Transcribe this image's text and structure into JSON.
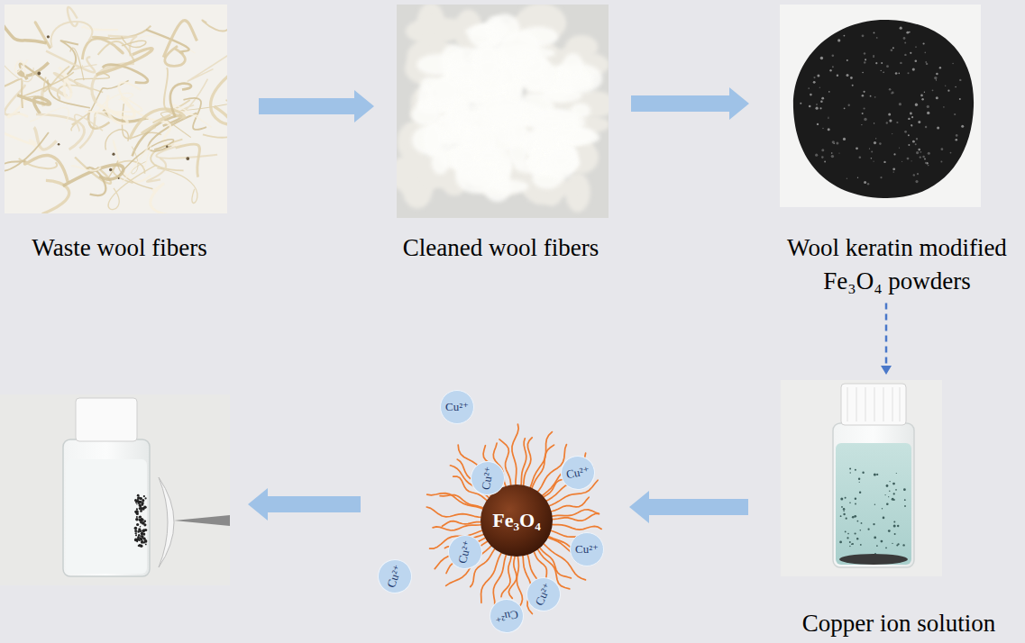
{
  "diagram": {
    "nodes": [
      {
        "text": [
          "Waste wool fibers"
        ]
      },
      {
        "text": [
          "Cleaned wool fibers"
        ]
      },
      {
        "text": [
          "Wool keratin modified Fe₃O₄ powders"
        ]
      },
      {
        "text": [
          "Copper ion solution"
        ]
      },
      {
        "text": [
          "Fe₃O₄"
        ]
      },
      {
        "text": [
          "Cu²⁺"
        ]
      },
      {
        "text": [
          "Cu²⁺"
        ]
      },
      {
        "text": [
          "Cu²⁺"
        ]
      },
      {
        "text": [
          "Cu²⁺"
        ]
      },
      {
        "text": [
          "Cu²⁺"
        ]
      },
      {
        "text": [
          "Cu²⁺"
        ]
      },
      {
        "text": [
          "Cu²⁺"
        ]
      },
      {
        "text": [
          "Cu²⁺"
        ]
      }
    ],
    "edges": [
      {
        "from": 0,
        "to": 1,
        "arrow": "to"
      },
      {
        "from": 1,
        "to": 2,
        "arrow": "to"
      },
      {
        "from": 2,
        "to": 3,
        "arrow": "to"
      },
      {
        "from": 3,
        "to": 4,
        "arrow": "to"
      }
    ]
  }
}
